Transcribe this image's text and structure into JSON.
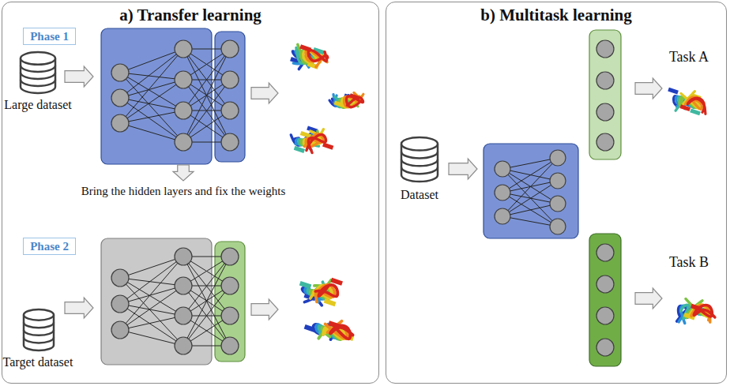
{
  "diagram": {
    "nodes": [
      {
        "text": [
          "a) Transfer learning"
        ]
      },
      {
        "text": [
          "Phase 1"
        ],
        "in": 0
      },
      {
        "text": [
          "Phase 2"
        ],
        "in": 0
      },
      {
        "text": [
          "b) Multitask learning"
        ]
      }
    ],
    "labels": [
      "Large dataset",
      "Bring the hidden layers and fix the weights",
      "Target dataset",
      "Dataset",
      "Task A",
      "Task B"
    ]
  }
}
